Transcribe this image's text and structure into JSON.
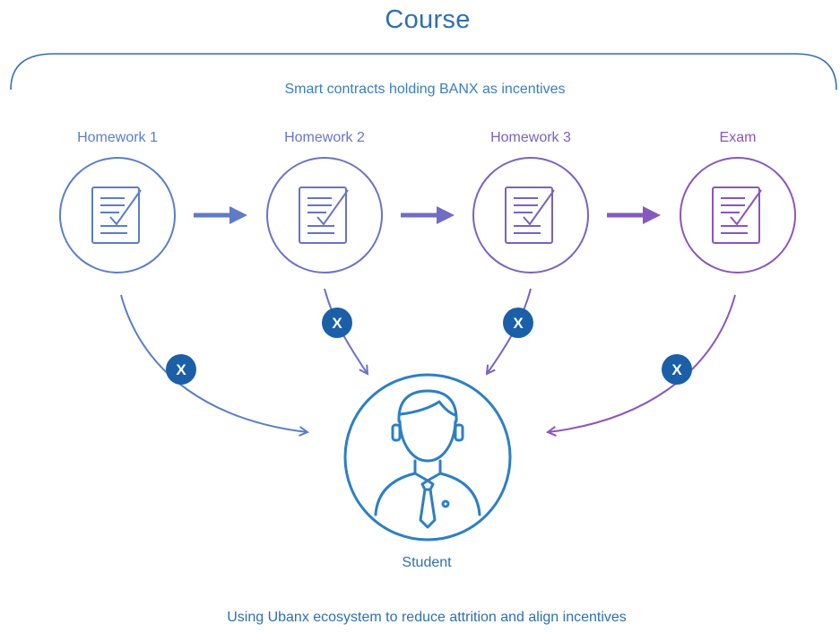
{
  "title": "Course",
  "subtitle": "Smart contracts holding BANX as incentives",
  "steps": [
    {
      "label": "Homework 1",
      "color": "#5a7ec8"
    },
    {
      "label": "Homework 2",
      "color": "#6a73c6"
    },
    {
      "label": "Homework 3",
      "color": "#7a62c0"
    },
    {
      "label": "Exam",
      "color": "#8c55bb"
    }
  ],
  "student": {
    "label": "Student",
    "color": "#2c7fc4"
  },
  "x_badge": {
    "text": "X",
    "color": "#1a5fa8"
  },
  "caption": "Using Ubanx ecosystem to reduce attrition and align incentives",
  "icons": {
    "step": "checklist-document-icon",
    "student": "student-avatar-icon",
    "dropout": "close-icon"
  }
}
